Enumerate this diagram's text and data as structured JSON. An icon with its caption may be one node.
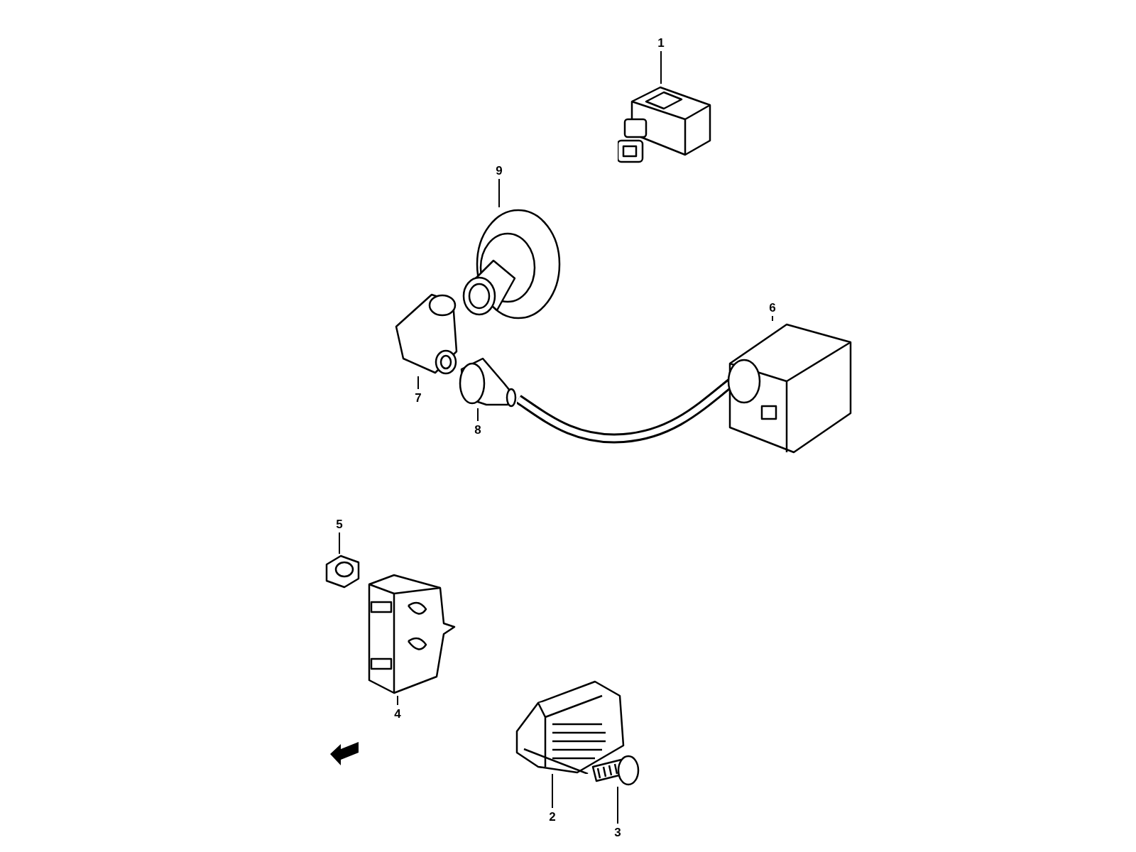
{
  "diagram": {
    "nodes": [
      {
        "text": [
          "1"
        ]
      },
      {
        "text": [],
        "shape": "picture"
      },
      {
        "text": [
          "9"
        ]
      },
      {
        "text": [],
        "shape": "picture"
      },
      {
        "text": [
          "6"
        ]
      },
      {
        "text": [],
        "shape": "picture"
      },
      {
        "text": [
          "7"
        ]
      },
      {
        "text": [],
        "shape": "picture"
      },
      {
        "text": [
          "8"
        ]
      },
      {
        "text": [],
        "shape": "picture"
      },
      {
        "text": [
          "5"
        ]
      },
      {
        "text": [],
        "shape": "picture"
      },
      {
        "text": [
          "4"
        ]
      },
      {
        "text": [],
        "shape": "picture"
      },
      {
        "text": [
          "2"
        ]
      },
      {
        "text": [],
        "shape": "picture"
      },
      {
        "text": [
          "3"
        ]
      },
      {
        "text": [],
        "shape": "picture"
      }
    ],
    "edges": [
      {
        "from": 0,
        "to": 1,
        "arrow": "none"
      },
      {
        "from": 2,
        "to": 3,
        "arrow": "none"
      },
      {
        "from": 4,
        "to": 5,
        "arrow": "none"
      },
      {
        "from": 6,
        "to": 7,
        "arrow": "none"
      },
      {
        "from": 8,
        "to": 9,
        "arrow": "none"
      },
      {
        "from": 10,
        "to": 11,
        "arrow": "none"
      },
      {
        "from": 12,
        "to": 13,
        "arrow": "none"
      },
      {
        "from": 14,
        "to": 15,
        "arrow": "none"
      },
      {
        "from": 16,
        "to": 17,
        "arrow": "none"
      }
    ]
  }
}
